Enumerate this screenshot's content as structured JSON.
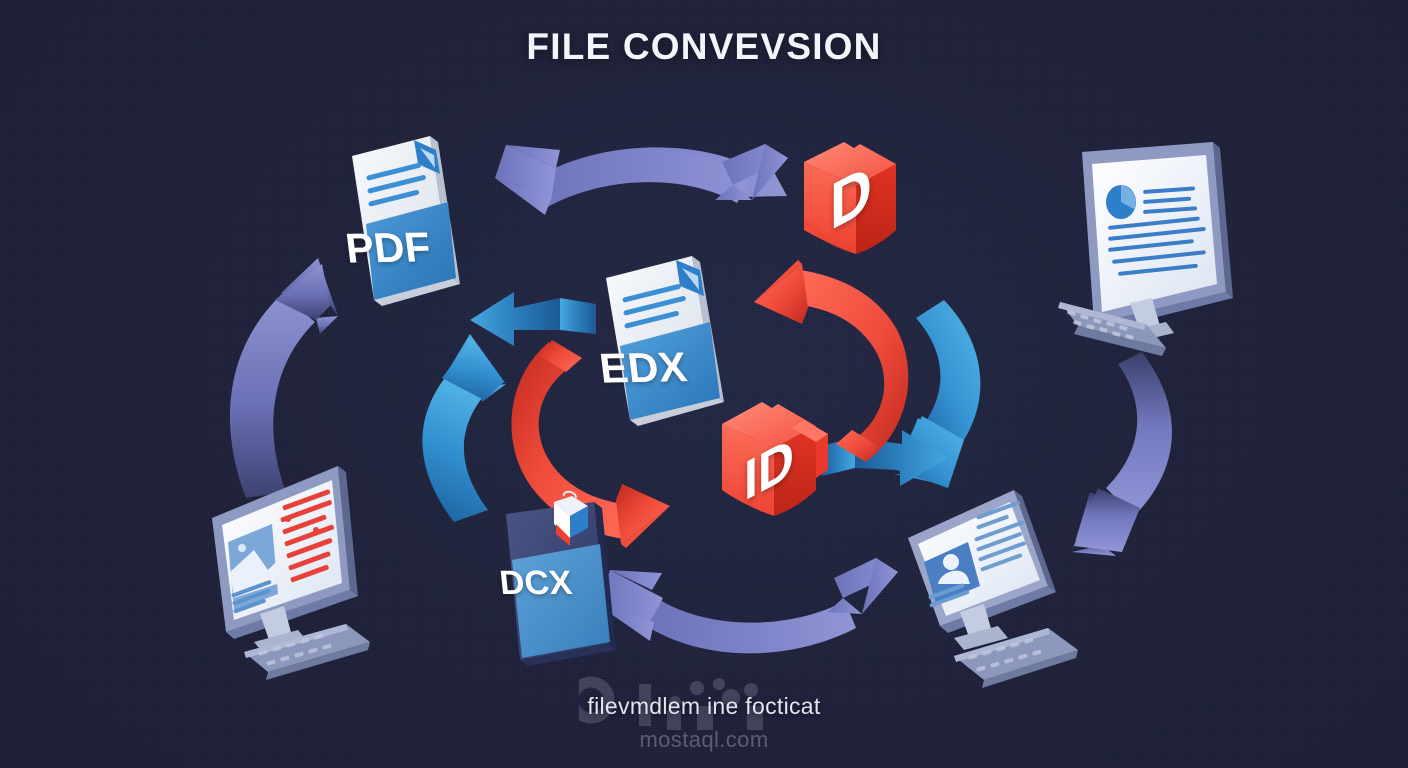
{
  "theme": {
    "background": "#1e2139",
    "background_edge": "#1b1e34",
    "title_color": "#f4f5fa",
    "subtitle_color": "#e3e5f0",
    "watermark_color": "#9a9db4",
    "arrow_periwinkle": "#7b81c4",
    "arrow_periwinkle_dark": "#4c5191",
    "arrow_red": "#f04438",
    "arrow_red_light": "#ff6a5a",
    "arrow_blue": "#3fa3dd",
    "arrow_blue_dark": "#1f6fae",
    "file_blue": "#3b8fd4",
    "file_blue_dark": "#2a6fae",
    "file_paper": "#eef1f6",
    "file_red": "#f4503f",
    "file_red_dark": "#d6291c",
    "card_navy": "#3a4472",
    "monitor_frame": "#b9c2d6",
    "monitor_screen": "#f3f6fb"
  },
  "header": {
    "title": "FILE CONVEVSION"
  },
  "footer": {
    "subtitle": "filevmdlem ine focticat",
    "watermark": "mostaql.com"
  },
  "files": [
    {
      "id": "pdf",
      "label": "PDF",
      "style": "document",
      "accent": "#3b8fd4",
      "position": "top-left"
    },
    {
      "id": "d-box",
      "label": "D",
      "style": "box-3d",
      "accent": "#f4503f",
      "position": "top-right"
    },
    {
      "id": "edx",
      "label": "EDX",
      "style": "document",
      "accent": "#3b8fd4",
      "position": "center"
    },
    {
      "id": "id-box",
      "label": "ID",
      "style": "box-3d",
      "accent": "#f4503f",
      "position": "center-right"
    },
    {
      "id": "dcx",
      "label": "DCX",
      "style": "card",
      "accent": "#4a9ad6",
      "position": "bottom-center"
    }
  ],
  "devices": [
    {
      "id": "monitor-chart",
      "position": "right-top",
      "screen_content": "pie-chart-and-text",
      "accent": "#3b7ec7"
    },
    {
      "id": "monitor-image-text",
      "position": "left-bottom",
      "screen_content": "image-and-red-text",
      "accent": "#e8413a"
    },
    {
      "id": "monitor-profile",
      "position": "right-bottom",
      "screen_content": "avatar-and-text",
      "accent": "#4a7fc4"
    }
  ],
  "arrows": [
    {
      "id": "arrow-top-double",
      "color": "#7b81c4",
      "direction": "bidirectional",
      "orientation": "horizontal-arc-top"
    },
    {
      "id": "arrow-bottom-double",
      "color": "#7b81c4",
      "direction": "bidirectional",
      "orientation": "horizontal-arc-bottom"
    },
    {
      "id": "arrow-outer-left",
      "color": "#7b81c4",
      "direction": "up",
      "orientation": "arc-left"
    },
    {
      "id": "arrow-outer-right",
      "color": "#7b81c4",
      "direction": "down",
      "orientation": "arc-right"
    },
    {
      "id": "arrow-mid-left",
      "color": "#3fa3dd",
      "direction": "up",
      "orientation": "arc-inner-left"
    },
    {
      "id": "arrow-mid-right",
      "color": "#3fa3dd",
      "direction": "down",
      "orientation": "arc-inner-right"
    },
    {
      "id": "arrow-mid-left-flat",
      "color": "#2f86c4",
      "direction": "left",
      "orientation": "straight-left"
    },
    {
      "id": "arrow-mid-right-flat",
      "color": "#2f86c4",
      "direction": "right",
      "orientation": "straight-right"
    },
    {
      "id": "arrow-inner-red-left",
      "color": "#f04438",
      "direction": "down-right",
      "orientation": "arc-core-left"
    },
    {
      "id": "arrow-inner-red-right",
      "color": "#f04438",
      "direction": "up-left",
      "orientation": "arc-core-right"
    }
  ]
}
